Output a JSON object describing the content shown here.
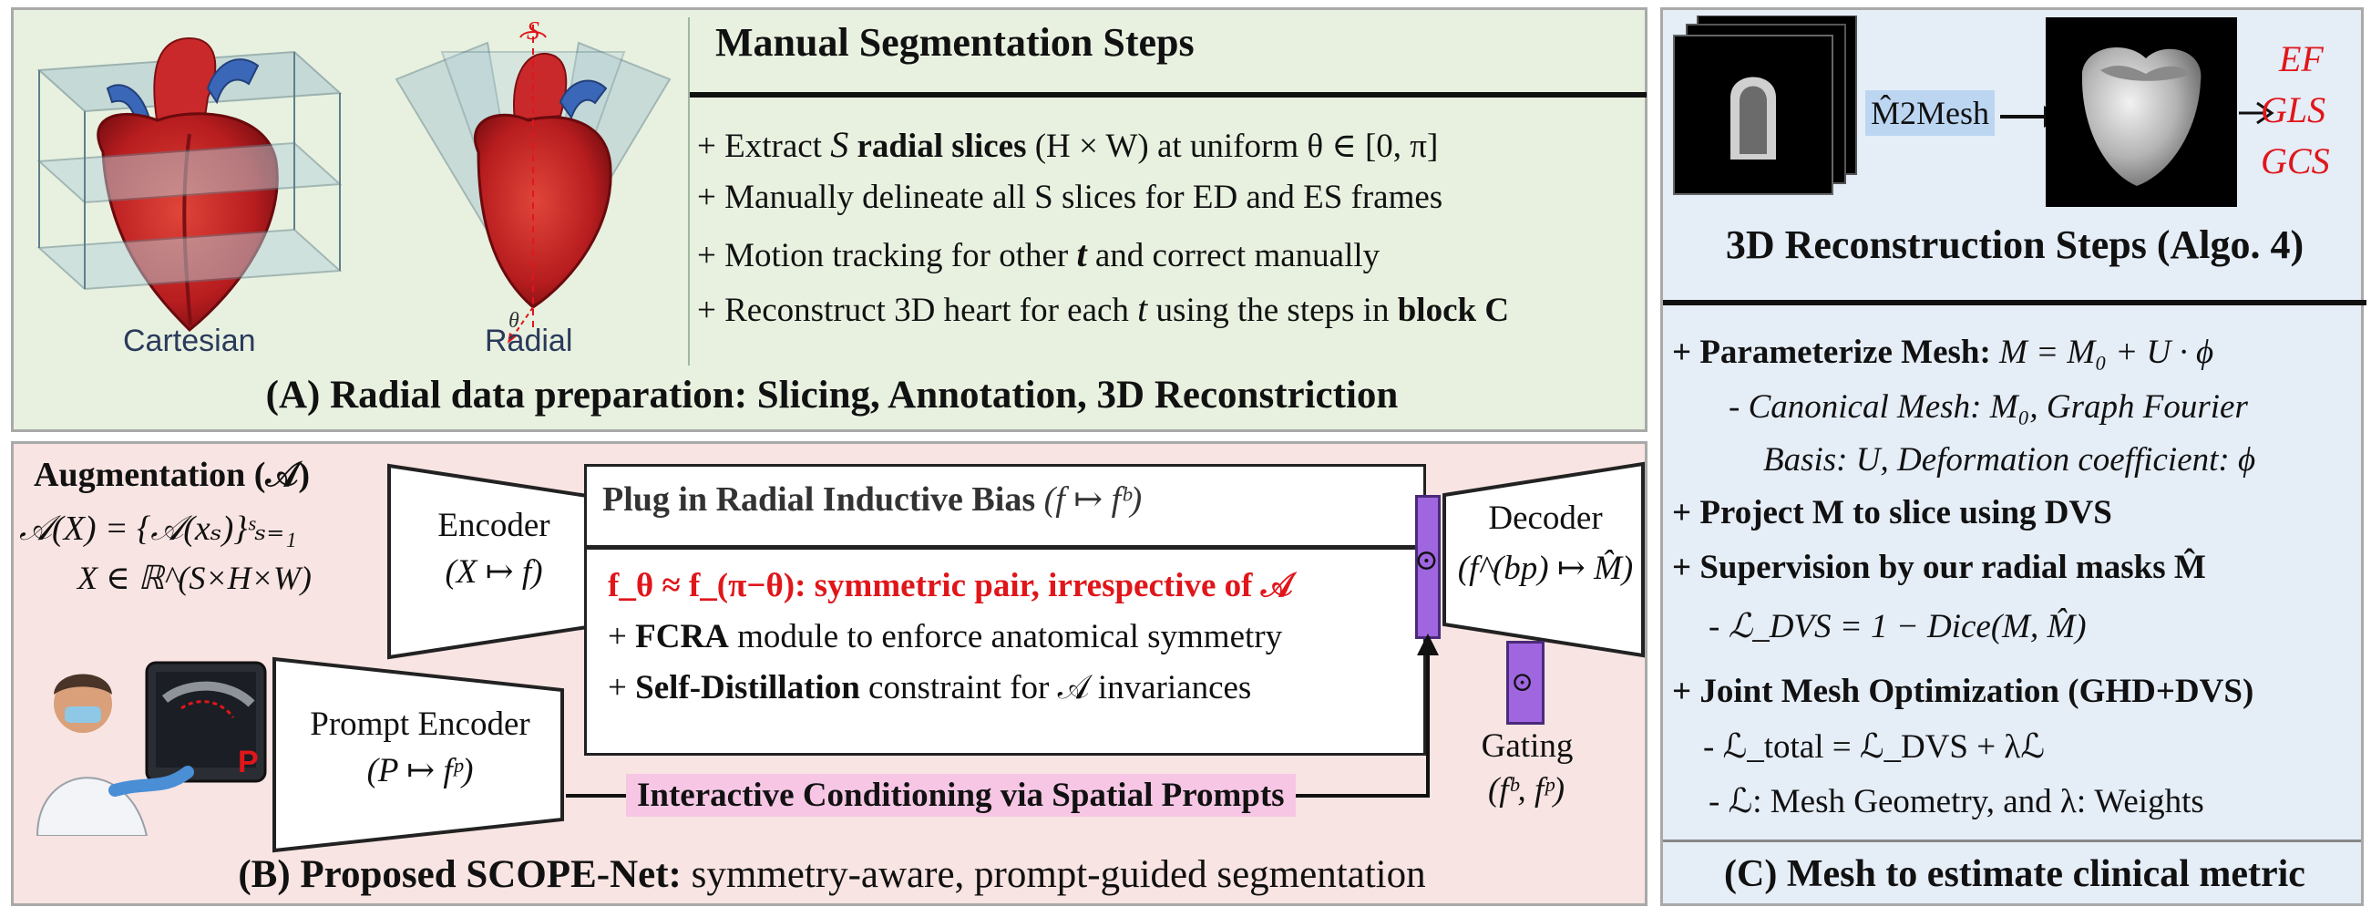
{
  "panel_a": {
    "heart_left_label": "Cartesian",
    "heart_right_label": "Radial",
    "theta_label": "θ",
    "s_label": "S",
    "title": "Manual Segmentation Steps",
    "step1_a": "+ Extract ",
    "step1_var": "S",
    "step1_b": "radial slices",
    "step1_c": " (H × W) at uniform θ ∈ [0, π]",
    "step2": "+ Manually delineate all S slices for ED and ES frames",
    "step3_a": "+ Motion tracking for other ",
    "step3_var": "t",
    "step3_b": " and correct manually",
    "step4_a": "+ Reconstruct 3D heart for each ",
    "step4_var": "t",
    "step4_b": " using the steps in ",
    "step4_c": "block C",
    "caption": "(A) Radial data preparation: Slicing, Annotation, 3D Reconstriction"
  },
  "panel_b": {
    "aug_title": "Augmentation (𝒜)",
    "aug_eq1": "𝒜(X) = {𝒜(xₛ)}ˢₛ₌₁",
    "aug_eq2": "X ∈ ℝ^(S×H×W)",
    "encoder_label": "Encoder",
    "encoder_map": "(X ↦ f)",
    "plug_title": "Plug in Radial Inductive Bias",
    "plug_map": "(f ↦ fᵇ)",
    "sym_line": "f_θ ≈ f_(π−θ): symmetric pair, irrespective of 𝒜",
    "fcra_bold": "FCRA",
    "fcra_rest": " module to enforce anatomical symmetry",
    "sd_bold": "Self-Distillation",
    "sd_rest": " constraint for 𝒜 invariances",
    "decoder_label": "Decoder",
    "decoder_map": "(f^(bp) ↦ M̂)",
    "odot": "⊙",
    "gating_label": "Gating",
    "gating_args": "(fᵇ, fᵖ)",
    "prompt_encoder_label": "Prompt Encoder",
    "prompt_encoder_map": "(P ↦ fᵖ)",
    "prompt_marker": "P",
    "interactive_label": "Interactive Conditioning via Spatial Prompts",
    "caption_bold": "(B) Proposed SCOPE-Net:",
    "caption_rest": " symmetry-aware, prompt-guided segmentation"
  },
  "panel_c": {
    "m2mesh": "M̂2Mesh",
    "metrics": [
      "EF",
      "GLS",
      "GCS"
    ],
    "title": "3D Reconstruction Steps (Algo. 4)",
    "l1_bold": "+ Parameterize Mesh:",
    "l1_math": "M = M₀ + U · ϕ",
    "l2": "- Canonical Mesh: M₀, Graph Fourier",
    "l3": "Basis: U, Deformation coefficient: ϕ",
    "l4": "+ Project M to slice using DVS",
    "l5": "+ Supervision by our radial masks M̂",
    "l6": "- ℒ_DVS = 1 − Dice(M, M̂)",
    "l7": "+ Joint Mesh Optimization (GHD+DVS)",
    "l8": "- ℒ_total = ℒ_DVS + λℒ",
    "l9": "- ℒ: Mesh Geometry, and λ: Weights",
    "caption": "(C) Mesh to estimate clinical metric"
  },
  "colors": {
    "panel_a_bg": "#e8f1e0",
    "panel_b_bg": "#f8e4e2",
    "panel_c_bg": "#e5edf7",
    "accent_red": "#e0161a",
    "gate_purple": "#a066e0",
    "interactive_pink": "#f6c6e4",
    "m2mesh_blue": "#bcd6f2"
  }
}
